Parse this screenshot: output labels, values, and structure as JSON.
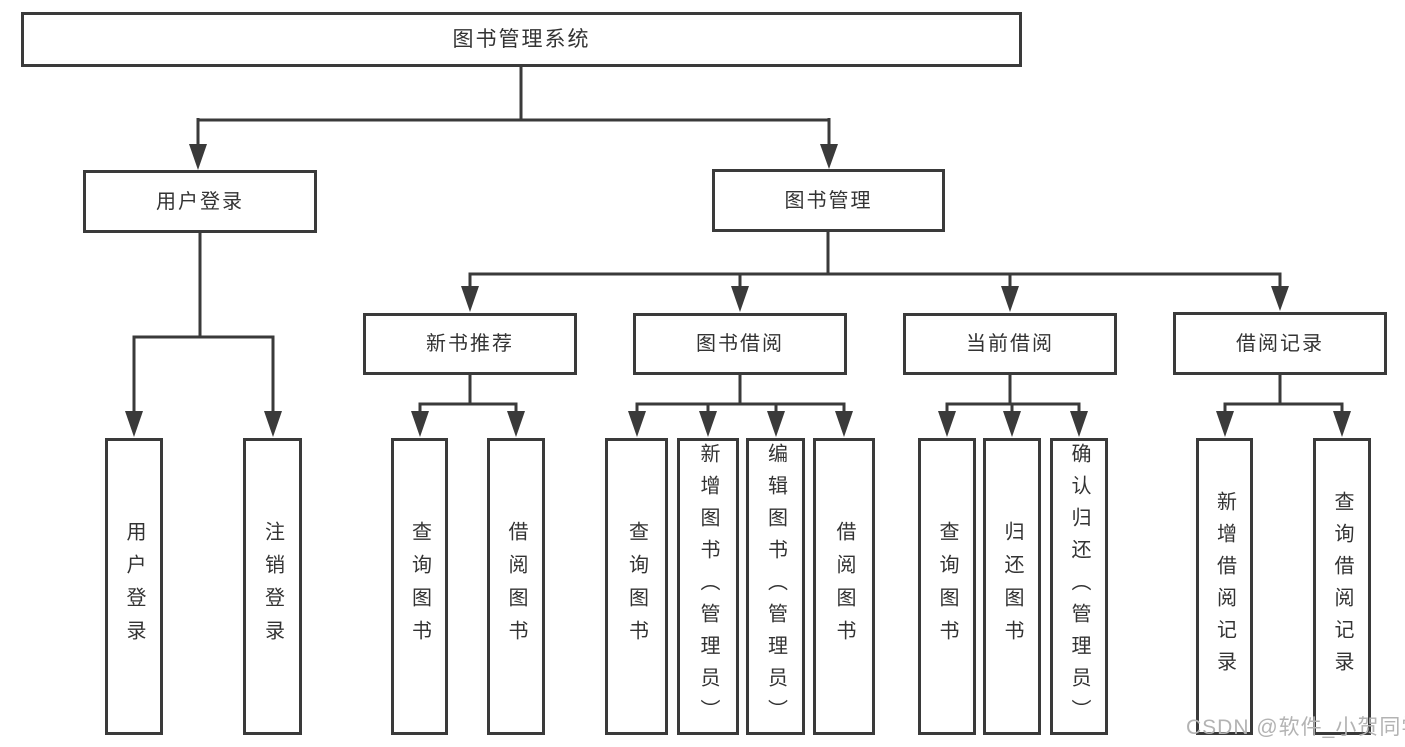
{
  "diagram": {
    "root": {
      "label": "图书管理系统"
    },
    "branches": [
      {
        "label": "用户登录",
        "children": [
          "用户登录",
          "注销登录"
        ]
      },
      {
        "label": "图书管理",
        "children": [
          {
            "label": "新书推荐",
            "children": [
              "查询图书",
              "借阅图书"
            ]
          },
          {
            "label": "图书借阅",
            "children": [
              "查询图书",
              "新增图书（管理员）",
              "编辑图书（管理员）",
              "借阅图书"
            ]
          },
          {
            "label": "当前借阅",
            "children": [
              "查询图书",
              "归还图书",
              "确认归还（管理员）"
            ]
          },
          {
            "label": "借阅记录",
            "children": [
              "新增借阅记录",
              "查询借阅记录"
            ]
          }
        ]
      }
    ]
  },
  "watermark": {
    "text": "CSDN @软件_小贺同学"
  },
  "colors": {
    "line": "#3a3a3a",
    "border": "#3a3a3a",
    "text": "#333333",
    "watermark": "#b3b3b3",
    "background": "#ffffff"
  }
}
